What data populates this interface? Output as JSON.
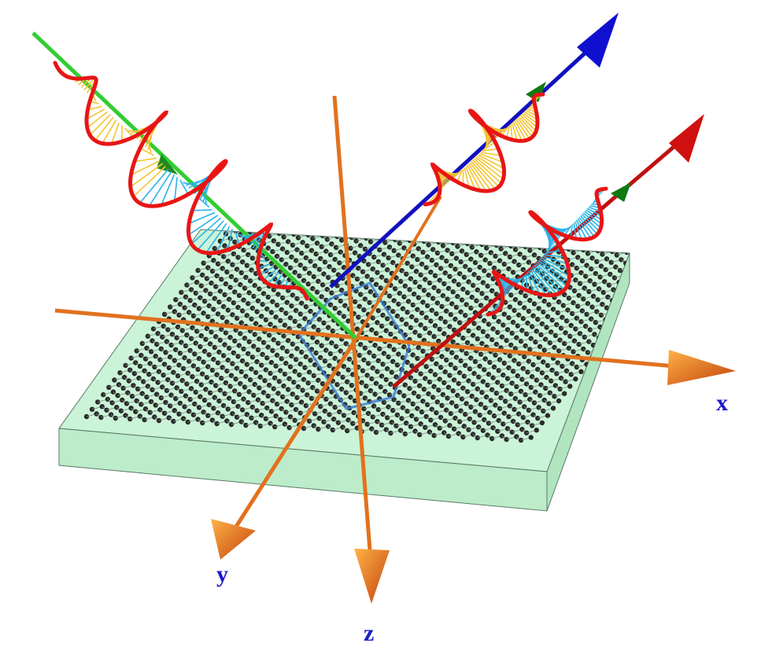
{
  "axes": {
    "x_label": "x",
    "y_label": "y",
    "z_label": "z"
  },
  "colors": {
    "axis": "#e2711d",
    "incident_beam": "#32cd32",
    "reflected_beam": "#1010c0",
    "transmitted_beam": "#c01010",
    "wave_envelope": "#e81515",
    "wave_fill_yellow": "#f4c431",
    "wave_fill_blue": "#28b4ea",
    "substrate": "#b9efc9",
    "atom": "#2a2a2a",
    "label": "#1a1ac8"
  }
}
